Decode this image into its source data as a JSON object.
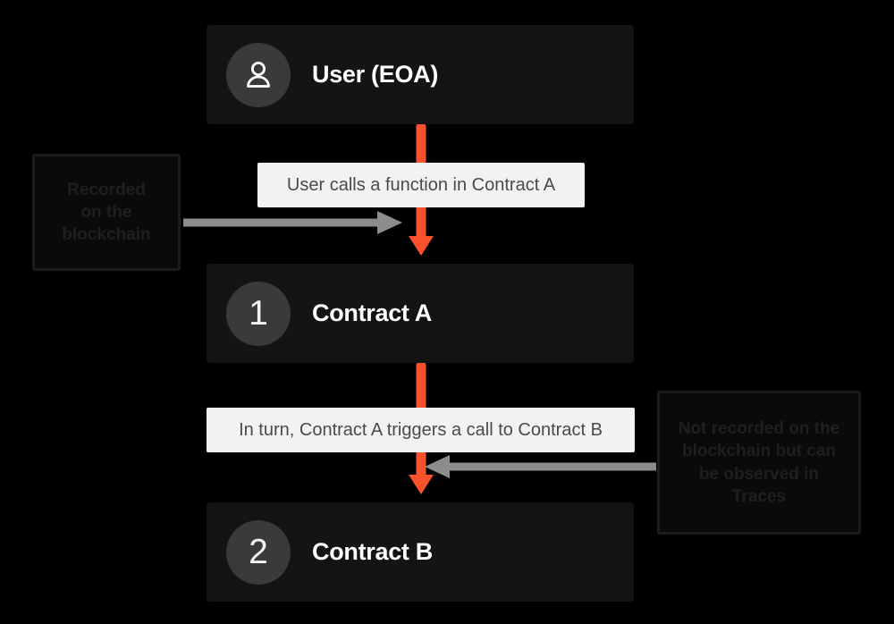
{
  "diagram": {
    "title": "Contract call flow",
    "background_color": "#000000",
    "accent_color": "#f9512b",
    "node_color": "#141414",
    "badge_color": "#3a3a3a",
    "label_bg_color": "#f2f2f2",
    "label_text_color": "#4a4a4a",
    "gray_arrow_color": "#8c8c8c",
    "annotation_text_color": "#1f1f1f"
  },
  "nodes": [
    {
      "id": "user",
      "icon": "person-icon",
      "badge_type": "icon",
      "badge_value": "",
      "label": "User (EOA)"
    },
    {
      "id": "contract-a",
      "icon": "",
      "badge_type": "number",
      "badge_value": "1",
      "label": "Contract A"
    },
    {
      "id": "contract-b",
      "icon": "",
      "badge_type": "number",
      "badge_value": "2",
      "label": "Contract B"
    }
  ],
  "call_labels": [
    {
      "id": "call-1",
      "text": "User calls a function in Contract A"
    },
    {
      "id": "call-2",
      "text": "In turn, Contract A triggers a call to Contract B"
    }
  ],
  "annotations": [
    {
      "id": "annotation-left",
      "lines": [
        "Recorded",
        "on the",
        "blockchain"
      ],
      "points_to": "call-1",
      "arrow_direction": "right"
    },
    {
      "id": "annotation-right",
      "lines": [
        "Not recorded on the",
        "blockchain but can",
        "be observed in",
        "Traces"
      ],
      "points_to": "call-2",
      "arrow_direction": "left"
    }
  ],
  "flow_arrows": [
    {
      "id": "flow-user-to-a",
      "from": "user",
      "to": "contract-a",
      "direction": "down"
    },
    {
      "id": "flow-a-to-b",
      "from": "contract-a",
      "to": "contract-b",
      "direction": "down"
    }
  ]
}
